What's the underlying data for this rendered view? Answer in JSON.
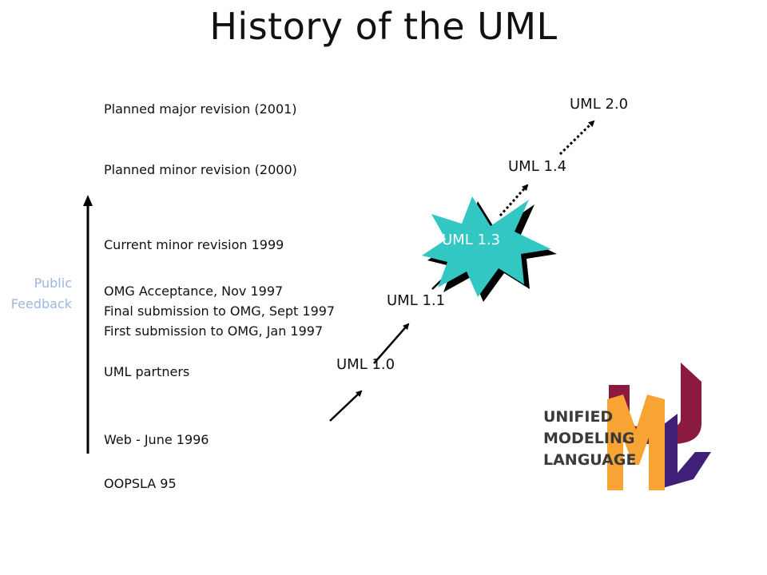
{
  "title": "History of the UML",
  "milestones": {
    "major_2001": "Planned major revision (2001)",
    "minor_2000": "Planned minor revision (2000)",
    "current_1999": "Current minor revision 1999",
    "omg_acceptance": "OMG Acceptance, Nov 1997",
    "final_submission": "Final submission to OMG, Sept 1997",
    "first_submission": "First submission to OMG, Jan 1997",
    "uml_partners": "UML partners",
    "web_june_1996": "Web - June 1996",
    "oopsla_95": "OOPSLA 95"
  },
  "public_feedback": {
    "line1": "Public",
    "line2": "Feedback",
    "color": "#9bb7e0"
  },
  "versions": {
    "uml_1_0": "UML 1.0",
    "uml_1_1": "UML 1.1",
    "uml_1_3": "UML 1.3",
    "uml_1_4": "UML 1.4",
    "uml_2_0": "UML 2.0"
  },
  "burst_color": "#33c7c4",
  "logo": {
    "text_line1": "UNIFIED",
    "text_line2": "MODELING",
    "text_line3": "LANGUAGE",
    "colors": {
      "u": "#8b1a3f",
      "m": "#f7a434",
      "l": "#3f1f77",
      "text": "#3a3a3a"
    }
  }
}
